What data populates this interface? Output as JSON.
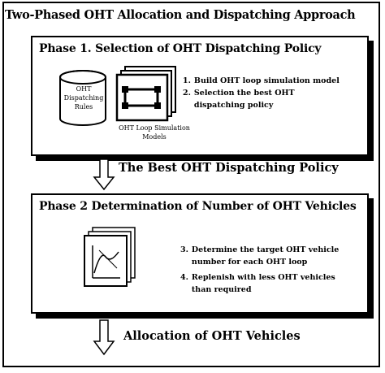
{
  "title": "Two-Phased OHT Allocation and Dispatching Approach",
  "phase1": {
    "title": "Phase 1. Selection of OHT Dispatching Policy",
    "db_label": "OHT Dispatching Rules",
    "model_label": "OHT Loop Simulation Models",
    "steps": [
      {
        "num": "1.",
        "text": "Build OHT loop simulation model"
      },
      {
        "num": "2.",
        "text": "Selection the best OHT dispatching policy"
      }
    ]
  },
  "arrow1_label": "The Best OHT Dispatching Policy",
  "phase2": {
    "title": "Phase 2  Determination of Number of OHT Vehicles",
    "steps": [
      {
        "num": "3.",
        "text": "Determine the target OHT vehicle number for each OHT loop"
      },
      {
        "num": "4.",
        "text": "Replenish with less OHT vehicles than required"
      }
    ]
  },
  "arrow2_label": "Allocation of OHT Vehicles"
}
